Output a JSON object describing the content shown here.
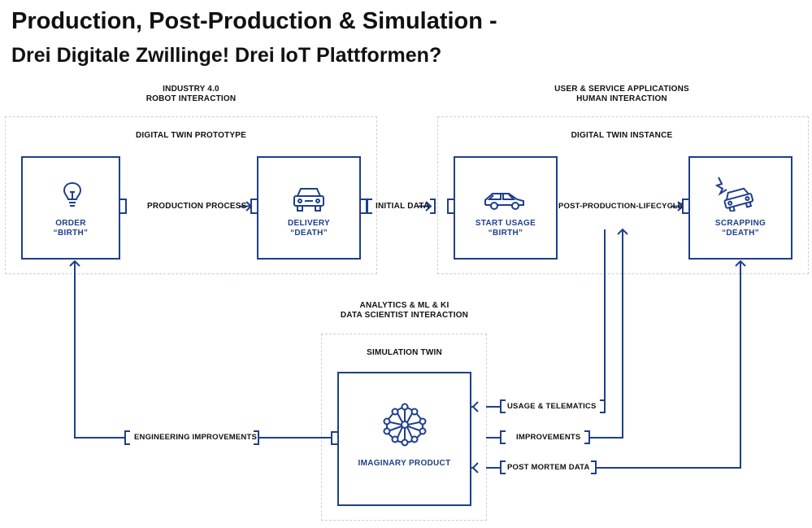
{
  "title": {
    "line1": "Production, Post-Production & Simulation -",
    "line2": "Drei Digitale Zwillinge! Drei IoT Plattformen?"
  },
  "sections": {
    "left": {
      "line1": "INDUSTRY 4.0",
      "line2": "ROBOT INTERACTION"
    },
    "right": {
      "line1": "USER & SERVICE APPLICATIONS",
      "line2": "HUMAN INTERACTION"
    },
    "bottom": {
      "line1": "ANALYTICS & ML & KI",
      "line2": "DATA SCIENTIST INTERACTION"
    }
  },
  "groups": {
    "prototype": "DIGITAL TWIN PROTOTYPE",
    "instance": "DIGITAL TWIN INSTANCE",
    "simulation": "SIMULATION TWIN"
  },
  "boxes": {
    "order": {
      "line1": "ORDER",
      "line2": "“BIRTH”",
      "icon": "lightbulb-icon"
    },
    "delivery": {
      "line1": "DELIVERY",
      "line2": "“DEATH”",
      "icon": "car-front-icon"
    },
    "start_usage": {
      "line1": "START USAGE",
      "line2": "“BIRTH”",
      "icon": "car-side-icon"
    },
    "scrapping": {
      "line1": "SCRAPPING",
      "line2": "“DEATH”",
      "icon": "crashed-car-icon"
    },
    "imaginary": {
      "line1": "IMAGINARY PRODUCT",
      "icon": "network-brain-icon"
    }
  },
  "connectors": {
    "production_process": "PRODUCTION PROCESS",
    "initial_data": "INITIAL DATA",
    "post_production": "POST-PRODUCTION-LIFECYCLE",
    "engineering": "ENGINEERING IMPROVEMENTS",
    "usage_telematics": "USAGE & TELEMATICS",
    "improvements": "IMPROVEMENTS",
    "post_mortem": "POST MORTEM DATA"
  },
  "colors": {
    "accent": "#1f3f8a",
    "dashed": "#c7cfe0",
    "text": "#111111"
  }
}
